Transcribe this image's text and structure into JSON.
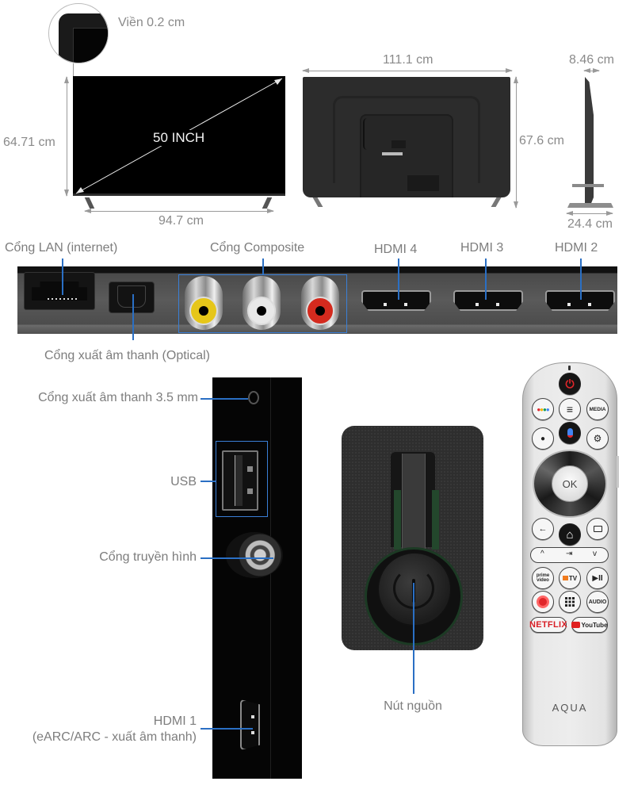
{
  "dimensions": {
    "bezel": "Viền 0.2 cm",
    "front_height": "64.71 cm",
    "front_width": "94.7 cm",
    "screen_size": "50 INCH",
    "back_width": "111.1 cm",
    "back_height": "67.6 cm",
    "side_depth_top": "8.46 cm",
    "side_depth_stand": "24.4 cm"
  },
  "rear_ports": {
    "lan": "Cổng LAN (internet)",
    "composite": "Cổng Composite",
    "hdmi4": "HDMI 4",
    "hdmi3": "HDMI 3",
    "hdmi2": "HDMI 2",
    "optical": "Cổng xuất âm thanh (Optical)",
    "composite_colors": [
      "#e6c619",
      "#e8e8e8",
      "#d42a1e"
    ]
  },
  "side_ports": {
    "audio_35": "Cổng xuất âm thanh 3.5 mm",
    "usb": "USB",
    "antenna": "Cổng truyền hình",
    "hdmi1_line1": "HDMI 1",
    "hdmi1_line2": "(eARC/ARC - xuất âm thanh)"
  },
  "power_button": {
    "label": "Nút nguồn"
  },
  "remote": {
    "media": "MEDIA",
    "ok": "OK",
    "audio": "AUDIO",
    "tv_app": "TV",
    "prime_video": "prime video",
    "netflix": "NETFLIX",
    "youtube": "YouTube",
    "brand": "AQUA",
    "icons": {
      "power": "⏻",
      "menu": "≡",
      "back": "←",
      "home": "⌂",
      "up": "^",
      "down": "v",
      "input": "⇥",
      "play_pause": "▶II",
      "settings": "⚙",
      "profile": "●",
      "apps": "⋮⋮⋮"
    }
  },
  "colors": {
    "leader_line": "#2a6fc4",
    "label_text": "#7d7d7d",
    "power_red": "#e0262a",
    "netflix_red": "#d81f26"
  }
}
